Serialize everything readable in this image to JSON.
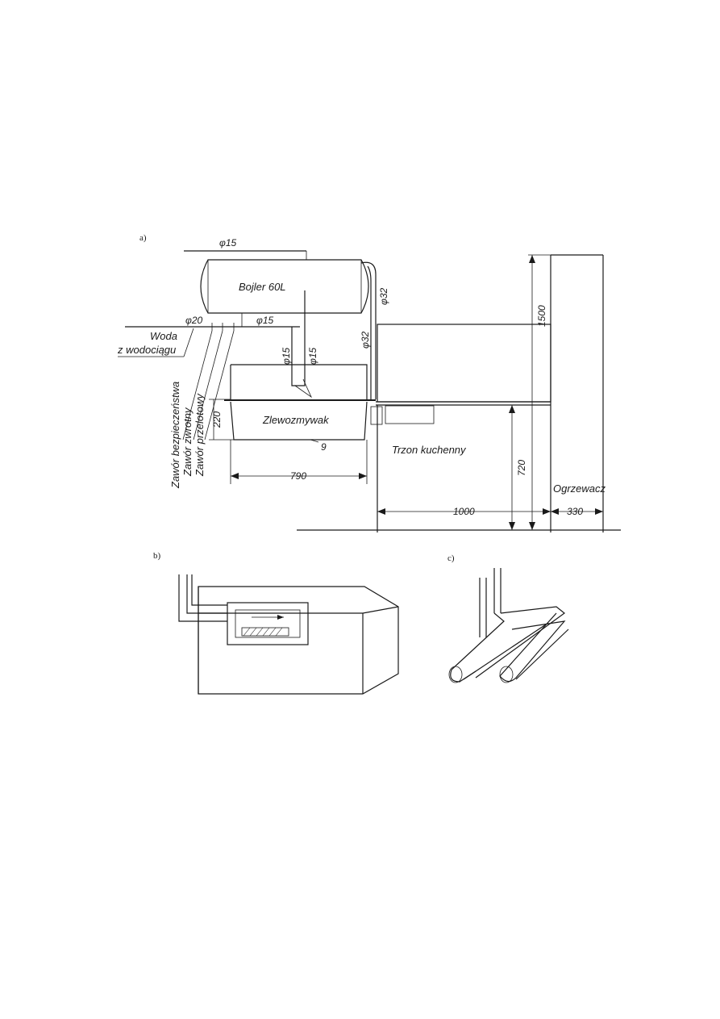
{
  "figure": {
    "panels": {
      "a": "a)",
      "b": "b)",
      "c": "c)"
    },
    "labels": {
      "boiler": "Bojler 60L",
      "water_supply_line1": "Woda",
      "water_supply_line2": "z wodociągu",
      "safety_valve": "Zawór bezpieczeństwa",
      "check_valve": "Zawór zwrotny",
      "shutoff_valve": "Zawór przelotowy",
      "sink": "Zlewozmywak",
      "stove": "Trzon kuchenny",
      "heater": "Ogrzewacz"
    },
    "dimensions": {
      "pipe_top": "φ15",
      "pipe_inlet": "φ20",
      "pipe_mid": "φ15",
      "pipe_down1": "φ15",
      "pipe_down2": "φ15",
      "pipe_riser_outer": "φ32",
      "pipe_riser_inner": "φ32",
      "sink_depth": "220",
      "sink_width": "790",
      "stove_height": "720",
      "total_height": "1500",
      "stove_width": "1000",
      "heater_width": "330",
      "note_9": "9"
    }
  }
}
